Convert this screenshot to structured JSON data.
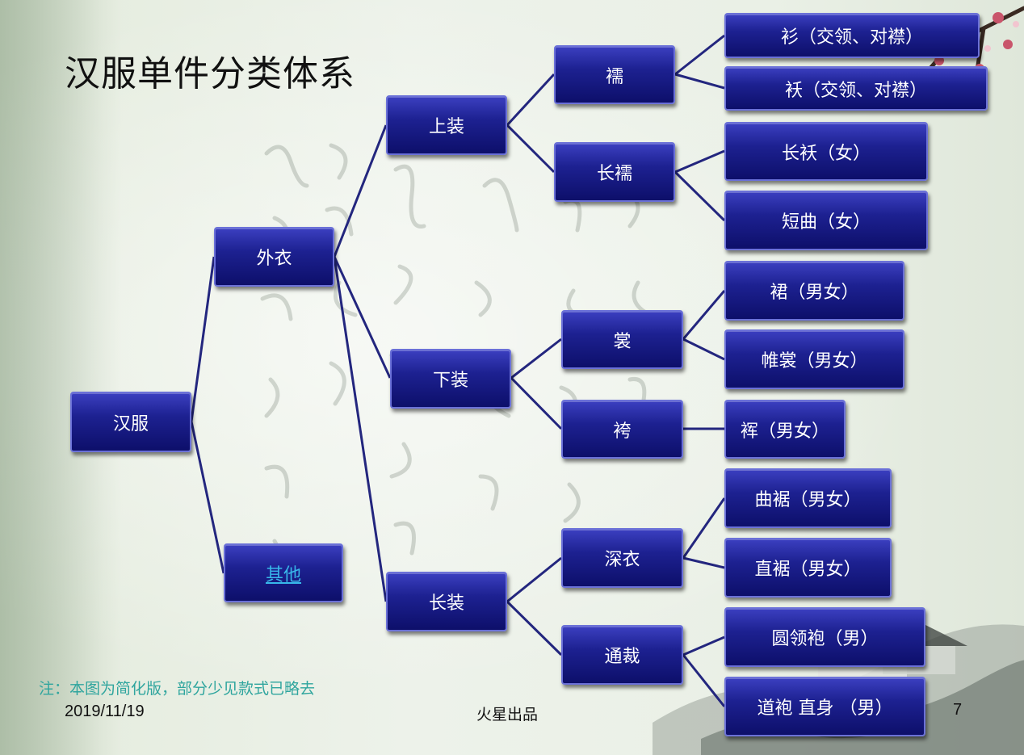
{
  "slide": {
    "title": "汉服单件分类体系",
    "note": "注：本图为简化版，部分少见款式已略去",
    "date": "2019/11/19",
    "credit": "火星出品",
    "page_number": "7"
  },
  "tree": {
    "root": "汉服",
    "level1": {
      "outerwear": "外衣",
      "other": "其他"
    },
    "level2": {
      "upper": "上装",
      "lower": "下装",
      "long": "长装"
    },
    "level3": {
      "ru": "襦",
      "changru": "长襦",
      "chang": "裳",
      "ku": "袴",
      "shenyi": "深衣",
      "tongcai": "通裁"
    },
    "level4": {
      "shan": "衫（交领、对襟）",
      "ao": "袄（交领、对襟）",
      "changao": "长袄（女）",
      "duanqu": "短曲（女）",
      "qun": "裙（男女）",
      "weichang": "帷裳（男女）",
      "kun": "裈（男女）",
      "quju": "曲裾（男女）",
      "zhiju": "直裾（男女）",
      "yuanlingpao": "圆领袍（男）",
      "daopao": "道袍 直身 （男）"
    }
  },
  "colors": {
    "node_fill": "#1d2191",
    "node_border": "#6b71d8",
    "connector": "#23267e",
    "note_text": "#2fa59e",
    "link_text": "#38b8ea"
  }
}
